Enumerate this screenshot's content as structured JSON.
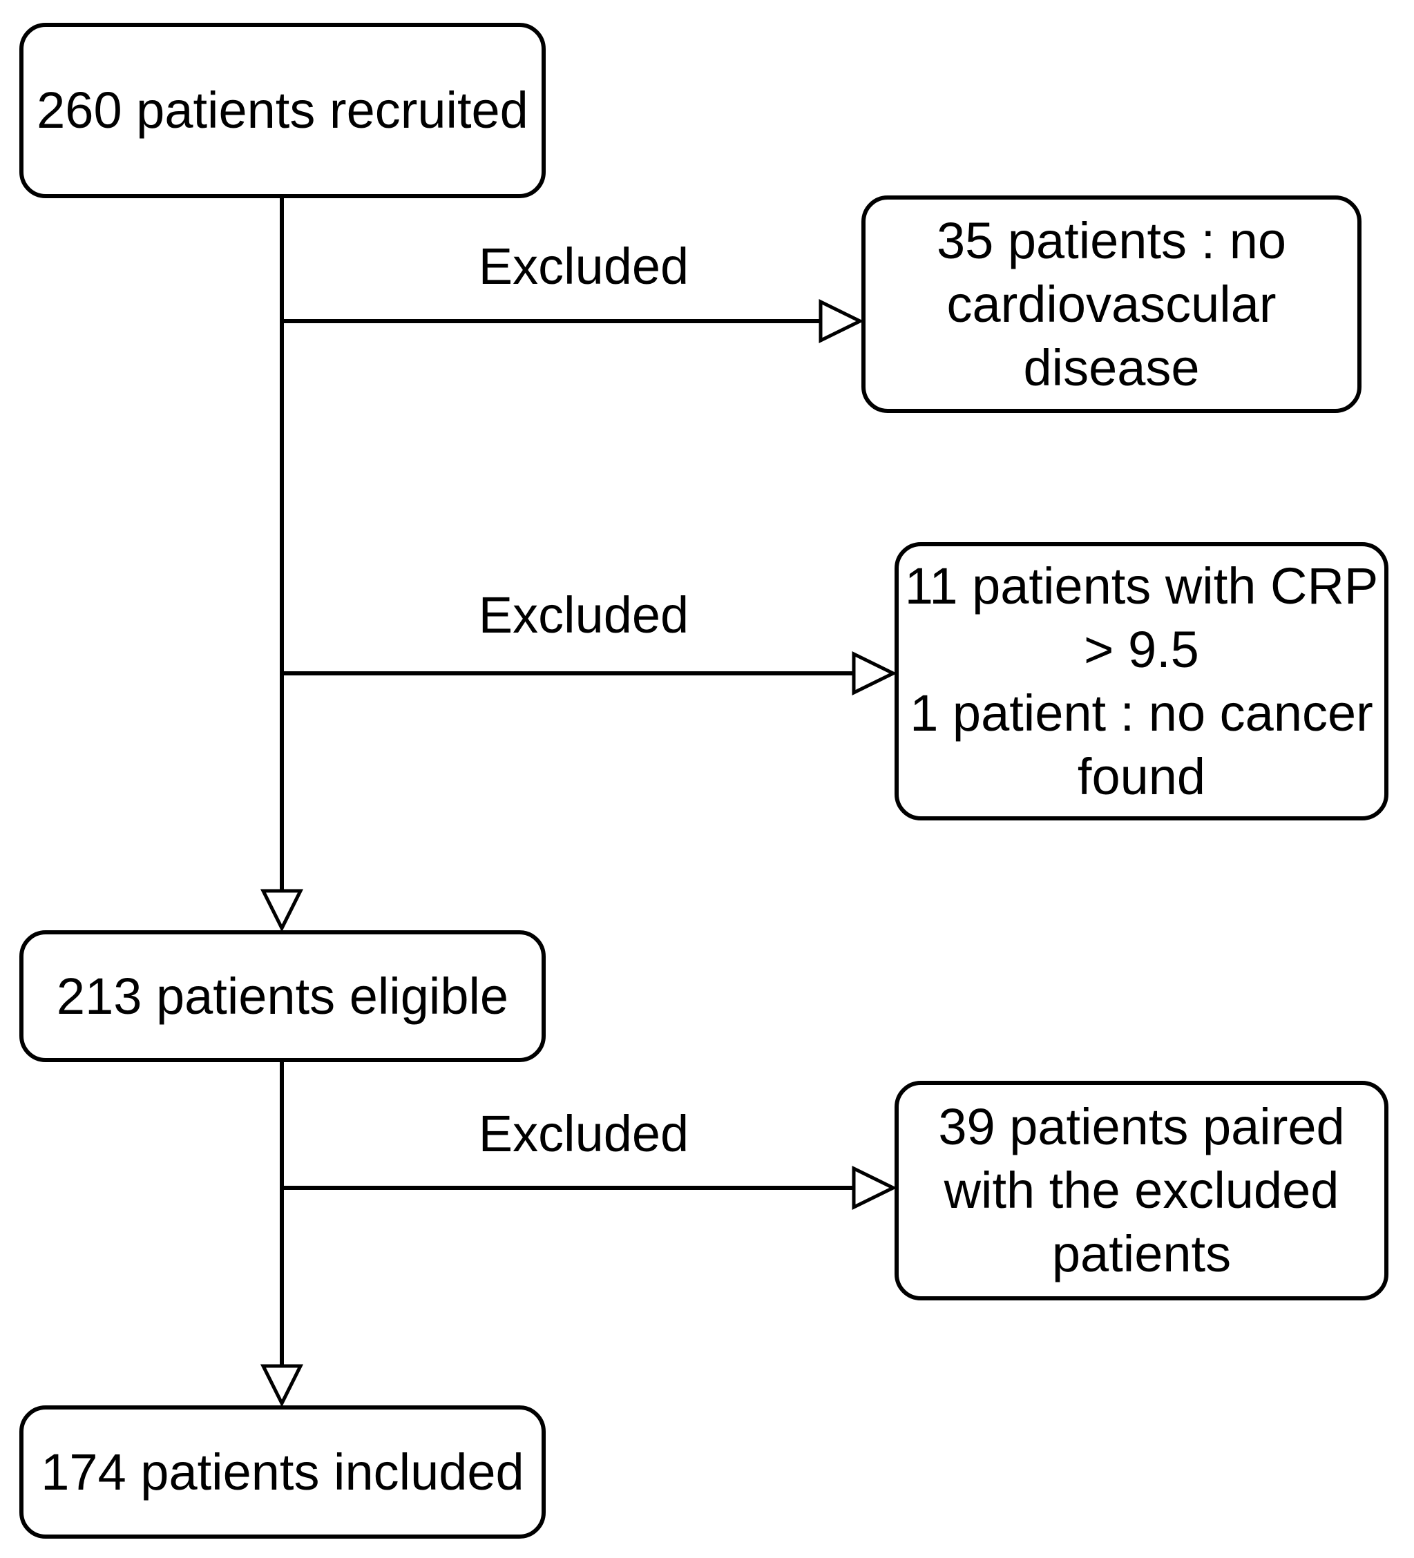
{
  "flowchart": {
    "colors": {
      "background": "#ffffff",
      "box_fill": "#ffffff",
      "line": "#000000",
      "text": "#000000"
    },
    "edge_label": "Excluded",
    "main_nodes": [
      {
        "id": "recruited",
        "count": 260,
        "label": "260 patients recruited"
      },
      {
        "id": "eligible",
        "count": 213,
        "label": "213 patients eligible"
      },
      {
        "id": "included",
        "count": 174,
        "label": "174 patients included"
      }
    ],
    "exclusion_nodes": [
      {
        "id": "exclusion-1",
        "lines": [
          "35 patients : no cardiovascular disease"
        ]
      },
      {
        "id": "exclusion-2",
        "lines": [
          "11 patients with CRP > 9.5",
          "1 patient : no cancer found"
        ]
      },
      {
        "id": "exclusion-3",
        "lines": [
          "39 patients paired with the excluded patients"
        ]
      }
    ]
  }
}
